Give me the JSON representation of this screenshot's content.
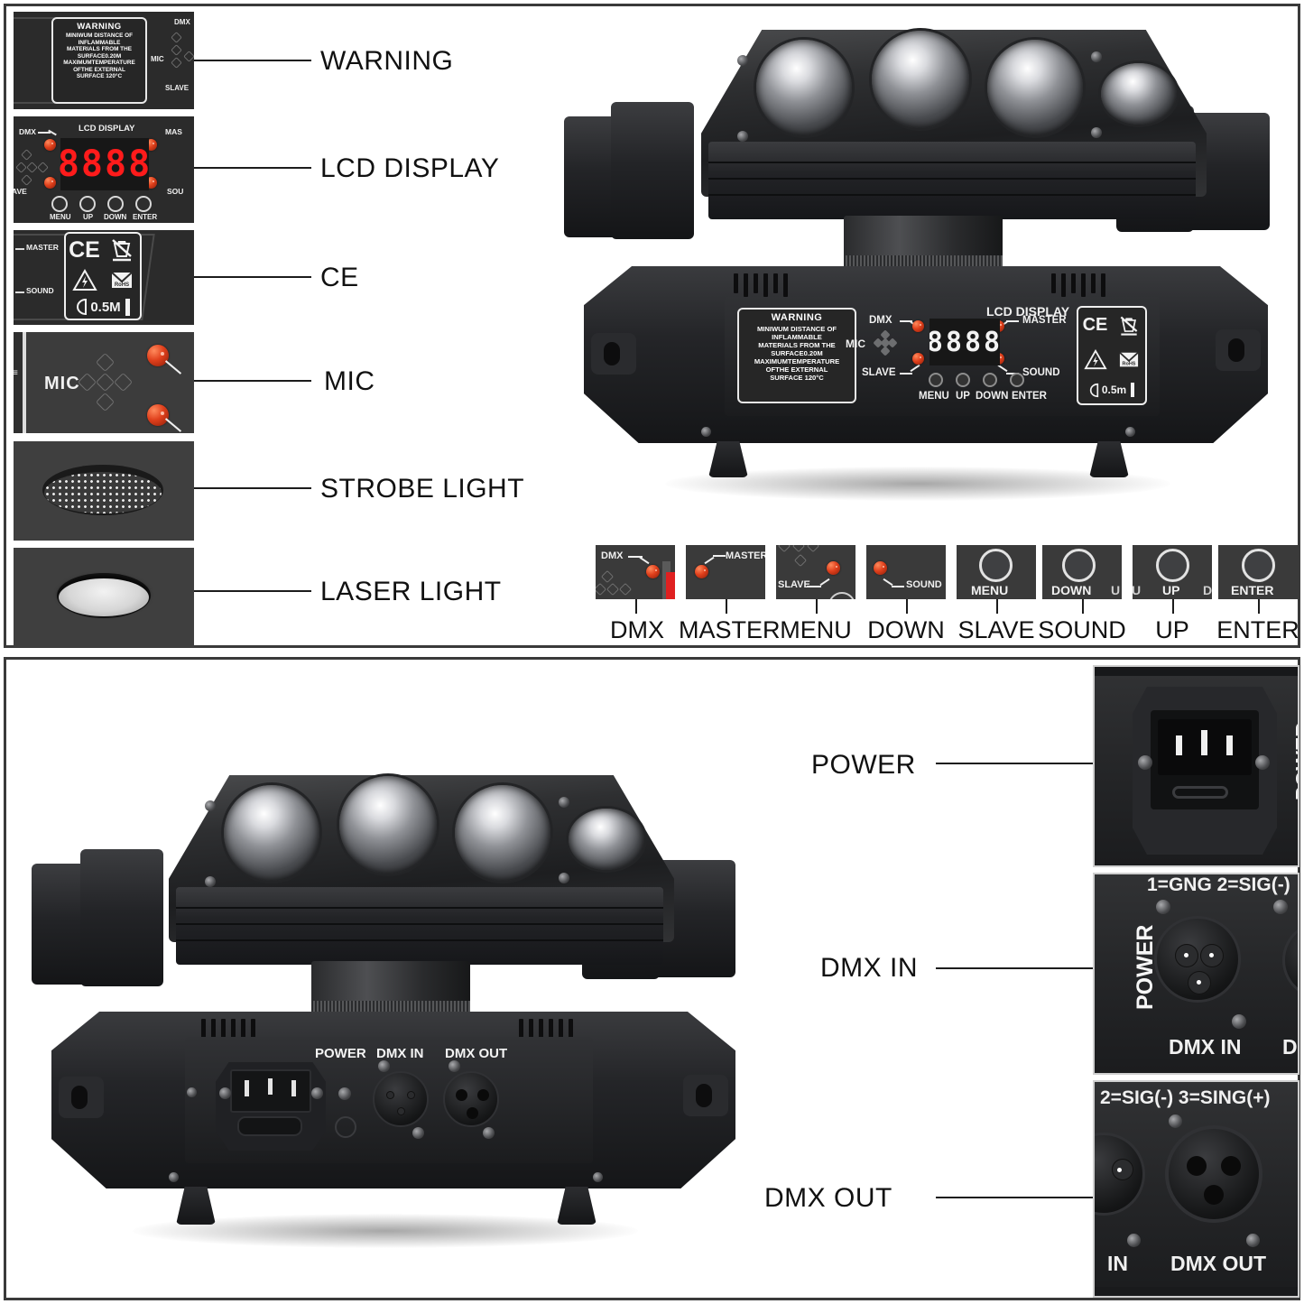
{
  "document": {
    "type": "product-feature-diagram",
    "subject": "LED moving head spider beam light"
  },
  "top_panel": {
    "callouts": [
      {
        "id": "warning",
        "label": "WARNING"
      },
      {
        "id": "lcd-display",
        "label": "LCD DISPLAY"
      },
      {
        "id": "ce",
        "label": "CE"
      },
      {
        "id": "mic",
        "label": "MIC"
      },
      {
        "id": "strobe-light",
        "label": "STROBE LIGHT"
      },
      {
        "id": "laser-light",
        "label": "LASER LIGHT"
      }
    ],
    "warning_sticker": {
      "title": "WARNING",
      "lines": [
        "MINIWUM DISTANCE OF",
        "INFLAMMABLE",
        "MATERIALS FROM THE",
        "SURFACE0.20M",
        "MAXIMUMTEMPERATURE",
        "OFTHE EXTERNAL",
        "SURFACE 120°C"
      ]
    },
    "control_panel": {
      "lcd_title": "LCD DISPLAY",
      "display_value": "8888",
      "indicators": {
        "top_left": "DMX",
        "bottom_left": "SLAVE",
        "top_right": "MASTER",
        "bottom_right": "SOUND",
        "mic": "MIC"
      },
      "buttons": [
        "MENU",
        "UP",
        "DOWN",
        "ENTER"
      ]
    },
    "ce_marks": {
      "ce": "CE",
      "weee": "crossed-out-wheelie-bin",
      "hv_warning": "high-voltage-triangle",
      "rohs": "RoHS",
      "min_distance": "0.5m",
      "min_distance_thumb": "0.5M"
    },
    "thumbnail_strip": [
      {
        "label": "DMX",
        "tile_text": "DMX"
      },
      {
        "label": "MASTER",
        "tile_text": "MASTER"
      },
      {
        "label": "MENU",
        "tile_text": "SLAVE"
      },
      {
        "label": "DOWN",
        "tile_text": "SOUND"
      },
      {
        "label": "SLAVE",
        "tile_text": "MENU"
      },
      {
        "label": "SOUND",
        "tile_text": "DOWN"
      },
      {
        "label": "UP",
        "tile_text": "UP"
      },
      {
        "label": "ENTER",
        "tile_text": "ENTER"
      }
    ],
    "thumb_strip_extra": {
      "down_tile_left": "U",
      "down_tile_right": "D",
      "up_tile_left": "U",
      "up_tile_right": "D"
    }
  },
  "bottom_panel": {
    "callouts": [
      {
        "id": "power",
        "label": "POWER"
      },
      {
        "id": "dmx-in",
        "label": "DMX IN"
      },
      {
        "id": "dmx-out",
        "label": "DMX OUT"
      }
    ],
    "rear_panel_labels": {
      "power": "POWER",
      "dmx_in": "DMX IN",
      "dmx_out": "DMX OUT"
    },
    "detail_tiles": {
      "power": {
        "rotated_label": "POWER",
        "connector": "iec-c14-inlet"
      },
      "dmx_in": {
        "rotated_label": "POWER",
        "pin_legend": "1=GNG 2=SIG(-)",
        "caption": "DMX IN",
        "caption_right_partial": "D",
        "connector": "xlr-3pin-male"
      },
      "dmx_out": {
        "pin_legend": "2=SIG(-) 3=SING(+)",
        "caption": "DMX OUT",
        "caption_left_partial": "IN",
        "connector": "xlr-3pin-female"
      }
    }
  },
  "colors": {
    "frame": "#3a3a3a",
    "tile_bg": "#3f3f3f",
    "led_red": "#e0401c",
    "lcd_red": "#ff1b1b",
    "text": "#111111",
    "chassis_dark": "#1d1e20"
  }
}
